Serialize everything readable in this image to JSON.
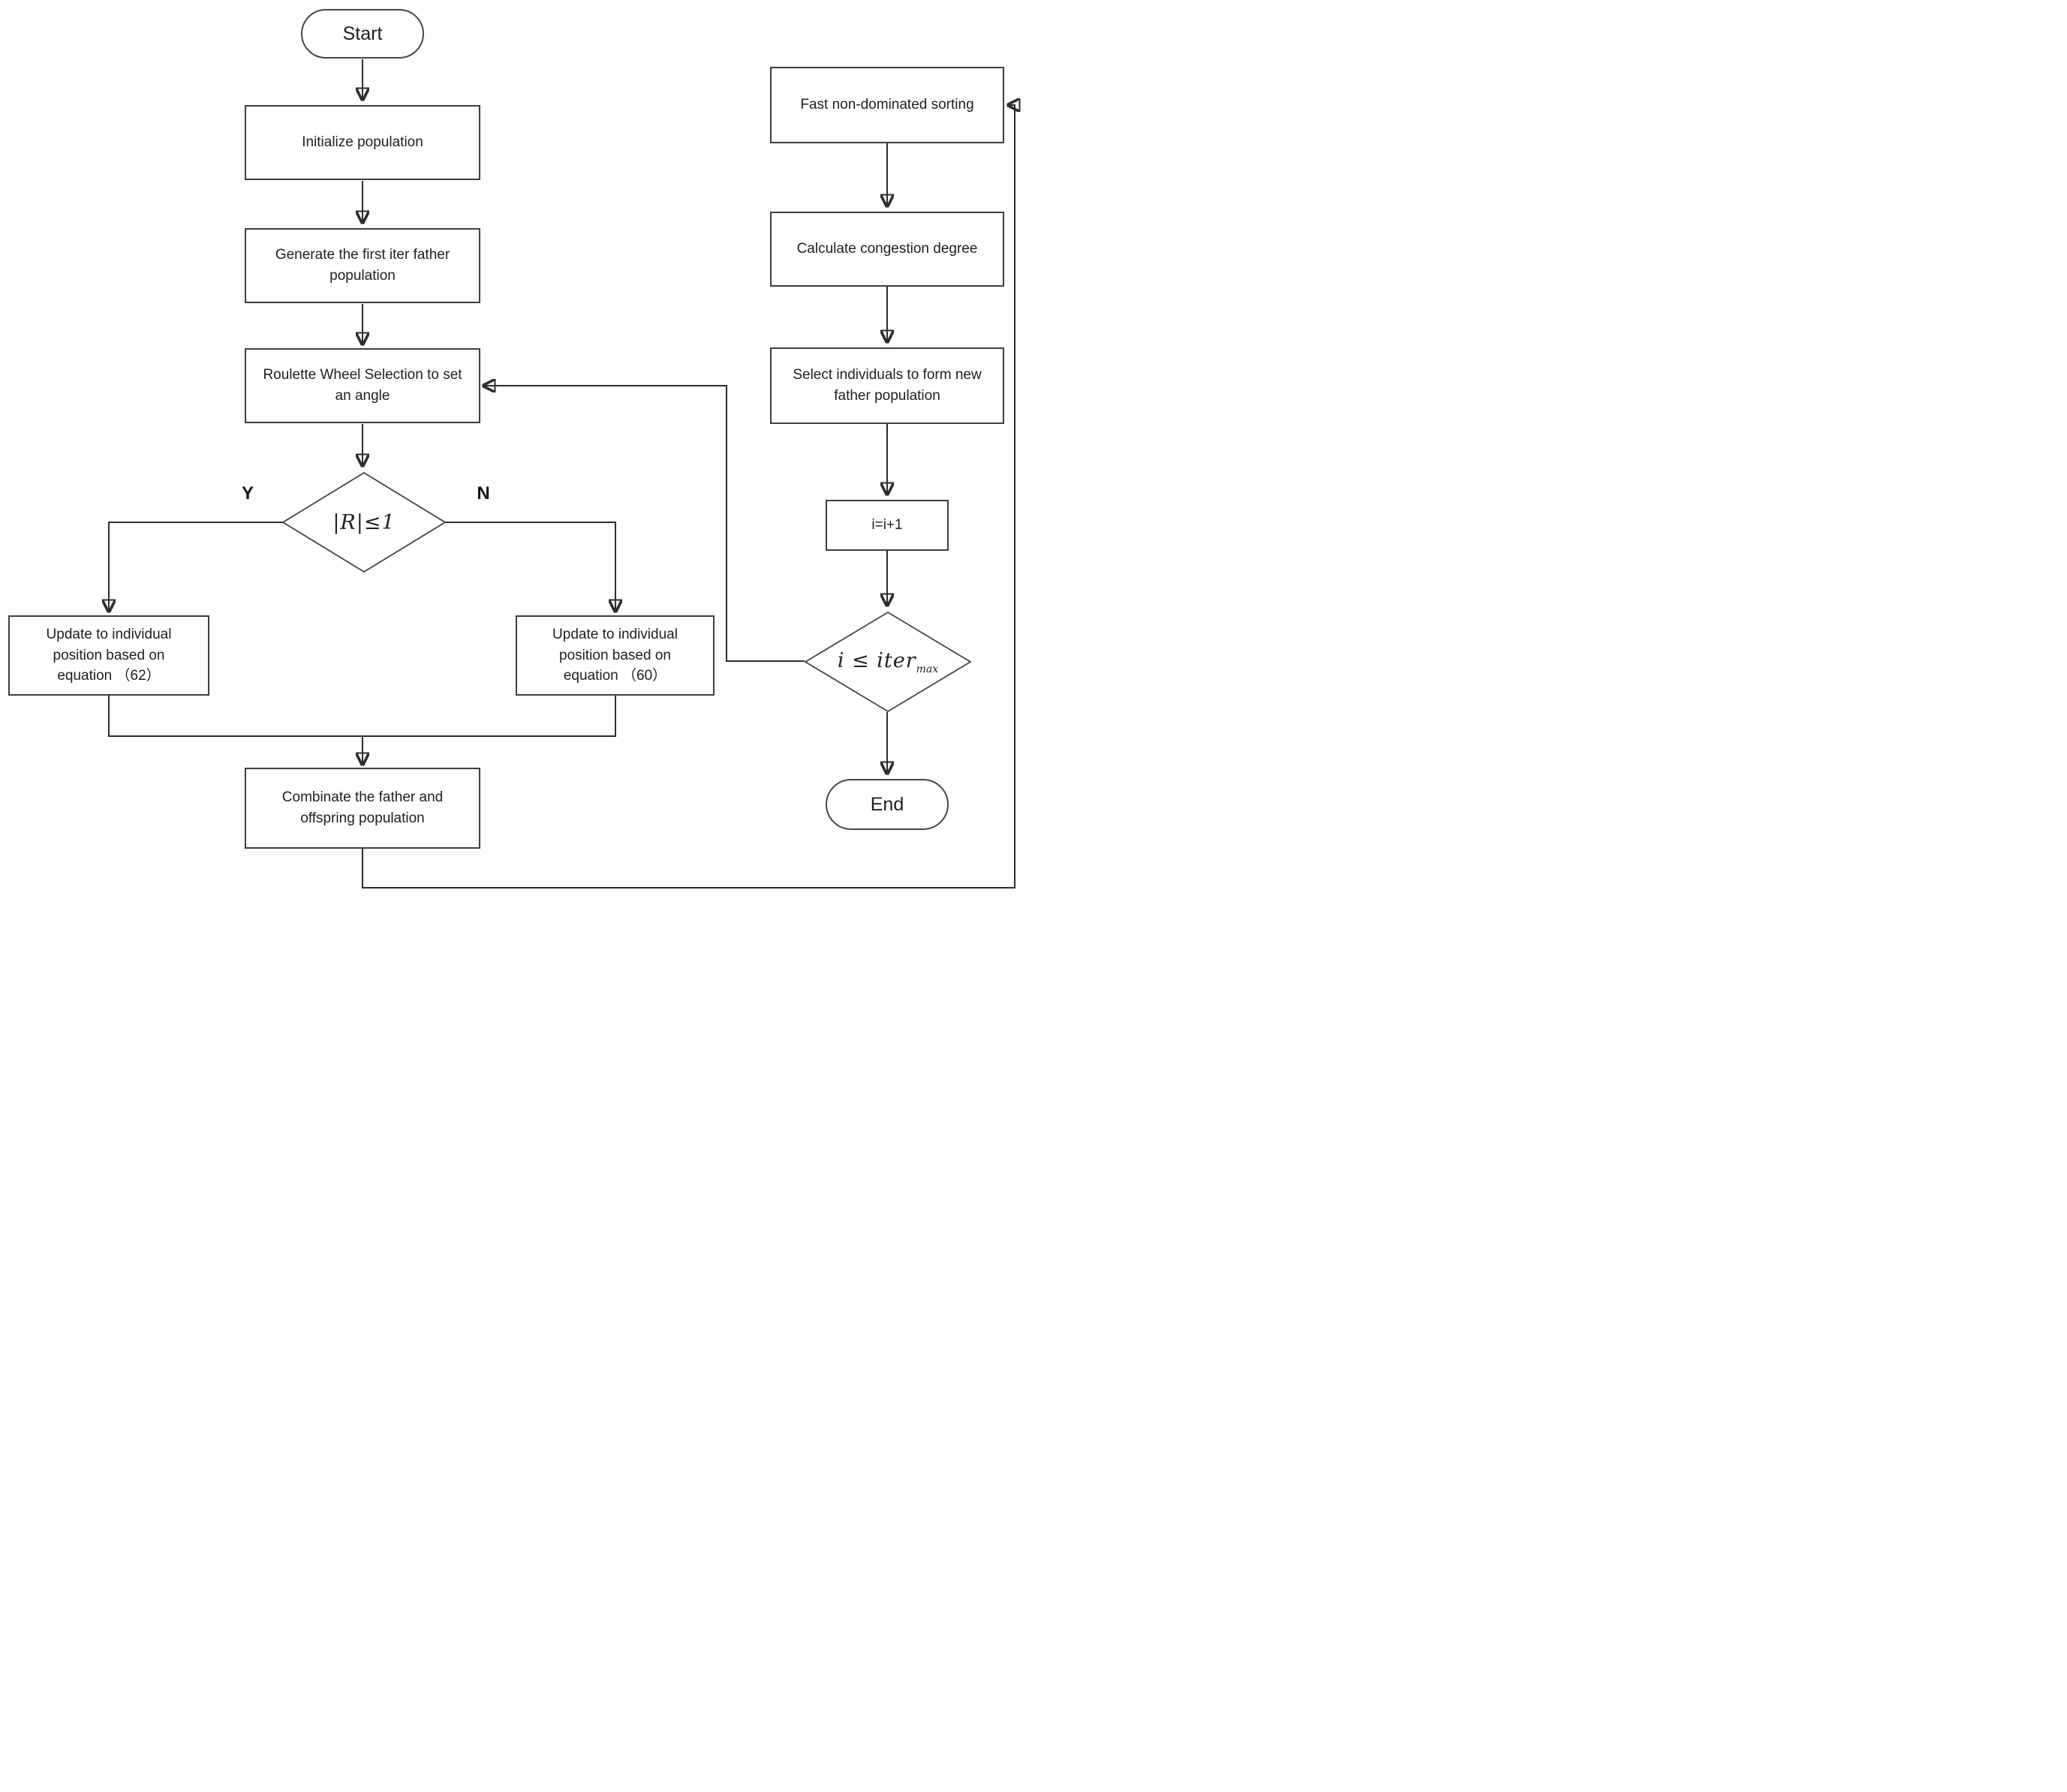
{
  "flowchart": {
    "branches": {
      "yes": "Y",
      "no": "N"
    },
    "nodes": {
      "start": {
        "label": "Start"
      },
      "init": {
        "label": "Initialize population"
      },
      "generate": {
        "label": "Generate the first iter father population"
      },
      "roulette": {
        "label": "Roulette Wheel Selection to set an angle"
      },
      "r_decision": {
        "label": "|R|≤1"
      },
      "update_eq62": {
        "label": "Update to individual position based on equation （62）"
      },
      "update_eq60": {
        "label": "Update to individual position based on equation （60）"
      },
      "combinate": {
        "label": "Combinate the father and offspring population"
      },
      "fast_sort": {
        "label": "Fast non-dominated sorting"
      },
      "congestion": {
        "label": "Calculate congestion degree"
      },
      "select_new": {
        "label": "Select individuals to form new father population"
      },
      "increment": {
        "label": "i=i+1"
      },
      "iter_decision": {
        "main": "i ≤ iter",
        "sub": "max"
      },
      "end": {
        "label": "End"
      }
    }
  }
}
